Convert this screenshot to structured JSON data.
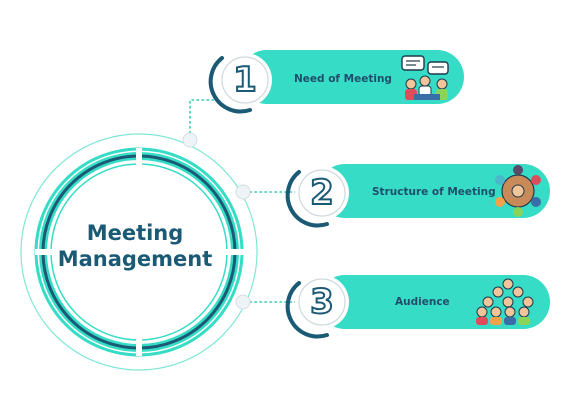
{
  "center": {
    "line1": "Meeting",
    "line2": "Management"
  },
  "steps": [
    {
      "number": "1",
      "label": "Need of Meeting",
      "icon": "meeting-people-icon"
    },
    {
      "number": "2",
      "label": "Structure of Meeting",
      "icon": "roundtable-handshake-icon"
    },
    {
      "number": "3",
      "label": "Audience",
      "icon": "audience-crowd-icon"
    }
  ],
  "colors": {
    "accent": "#36dcc6",
    "dark": "#1b5a75",
    "ring_light": "#7fe6d6",
    "dots": "#3cc9b5"
  }
}
